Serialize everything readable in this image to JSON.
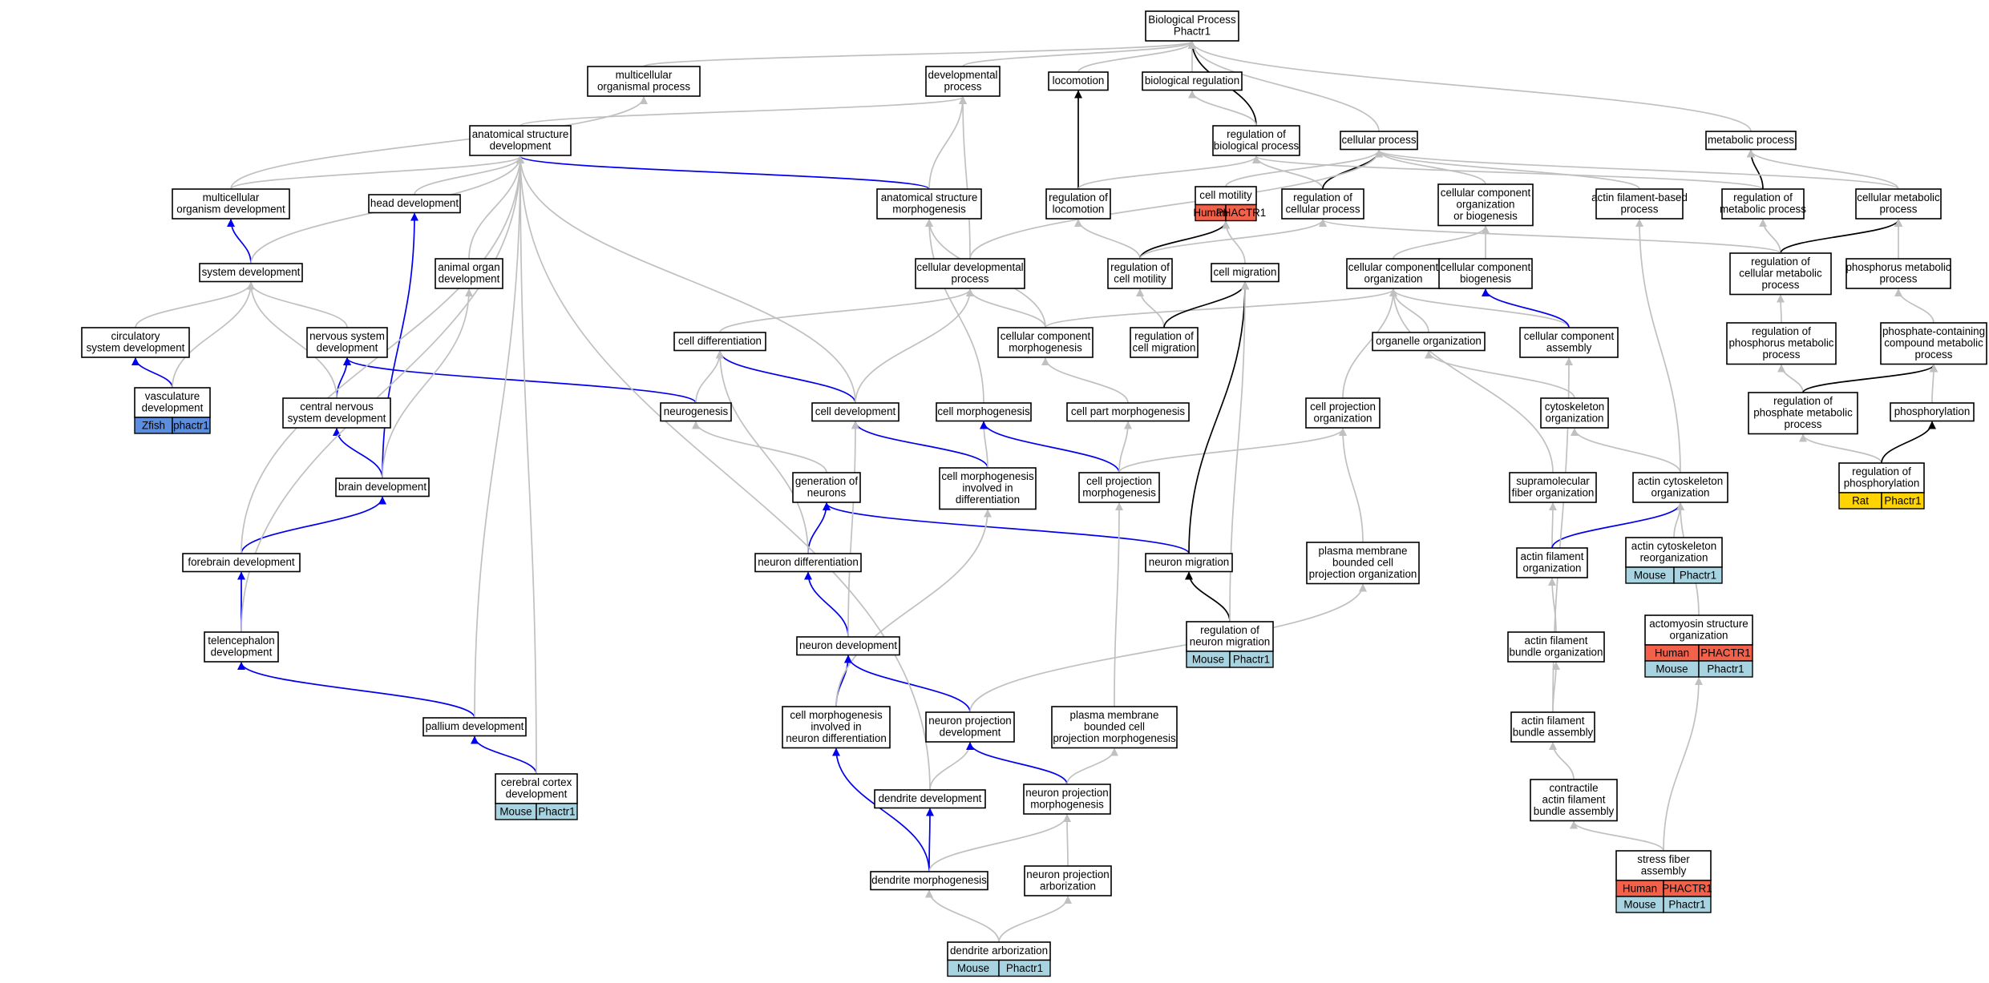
{
  "graph": {
    "colors": {
      "edge_gray": "#c0c0c0",
      "edge_blue": "#0000ee",
      "edge_black": "#000000",
      "Human": "#f4614a",
      "Mouse": "#a8d4e2",
      "Zfish": "#5b8ee0",
      "Rat": "#ffd400"
    },
    "nodes": [
      {
        "id": "bp",
        "lines": [
          "Biological Process",
          "Phactr1"
        ]
      },
      {
        "id": "mop",
        "lines": [
          "multicellular",
          "organismal process"
        ]
      },
      {
        "id": "devp",
        "lines": [
          "developmental",
          "process"
        ]
      },
      {
        "id": "loco",
        "lines": [
          "locomotion"
        ]
      },
      {
        "id": "breg",
        "lines": [
          "biological regulation"
        ]
      },
      {
        "id": "asd",
        "lines": [
          "anatomical structure",
          "development"
        ]
      },
      {
        "id": "rbp",
        "lines": [
          "regulation of",
          "biological process"
        ]
      },
      {
        "id": "cp",
        "lines": [
          "cellular process"
        ]
      },
      {
        "id": "mp",
        "lines": [
          "metabolic process"
        ]
      },
      {
        "id": "mod",
        "lines": [
          "multicellular",
          "organism development"
        ]
      },
      {
        "id": "hd",
        "lines": [
          "head development"
        ]
      },
      {
        "id": "asm",
        "lines": [
          "anatomical structure",
          "morphogenesis"
        ]
      },
      {
        "id": "rloc",
        "lines": [
          "regulation of",
          "locomotion"
        ]
      },
      {
        "id": "cm",
        "lines": [
          "cell motility"
        ],
        "ann": [
          [
            "Human",
            "PHACTR1"
          ]
        ]
      },
      {
        "id": "rcp",
        "lines": [
          "regulation of",
          "cellular process"
        ]
      },
      {
        "id": "ccob",
        "lines": [
          "cellular component",
          "organization",
          "or biogenesis"
        ]
      },
      {
        "id": "afbp",
        "lines": [
          "actin filament-based",
          "process"
        ]
      },
      {
        "id": "rmp",
        "lines": [
          "regulation of",
          "metabolic process"
        ]
      },
      {
        "id": "cmp",
        "lines": [
          "cellular metabolic",
          "process"
        ]
      },
      {
        "id": "sd",
        "lines": [
          "system development"
        ]
      },
      {
        "id": "aod",
        "lines": [
          "animal organ",
          "development"
        ]
      },
      {
        "id": "cdp",
        "lines": [
          "cellular developmental",
          "process"
        ]
      },
      {
        "id": "rcm",
        "lines": [
          "regulation of",
          "cell motility"
        ]
      },
      {
        "id": "cmig",
        "lines": [
          "cell migration"
        ]
      },
      {
        "id": "cco",
        "lines": [
          "cellular component",
          "organization"
        ]
      },
      {
        "id": "ccb",
        "lines": [
          "cellular component",
          "biogenesis"
        ]
      },
      {
        "id": "rcmp",
        "lines": [
          "regulation of",
          "cellular metabolic",
          "process"
        ]
      },
      {
        "id": "phmp",
        "lines": [
          "phosphorus metabolic",
          "process"
        ]
      },
      {
        "id": "csd",
        "lines": [
          "circulatory",
          "system development"
        ]
      },
      {
        "id": "nsd",
        "lines": [
          "nervous system",
          "development"
        ]
      },
      {
        "id": "cdiff",
        "lines": [
          "cell differentiation"
        ]
      },
      {
        "id": "ccm",
        "lines": [
          "cellular component",
          "morphogenesis"
        ]
      },
      {
        "id": "rcmig",
        "lines": [
          "regulation of",
          "cell migration"
        ]
      },
      {
        "id": "oorg",
        "lines": [
          "organelle organization"
        ]
      },
      {
        "id": "cca",
        "lines": [
          "cellular component",
          "assembly"
        ]
      },
      {
        "id": "rphmp",
        "lines": [
          "regulation of",
          "phosphorus metabolic",
          "process"
        ]
      },
      {
        "id": "pccmp",
        "lines": [
          "phosphate-containing",
          "compound metabolic",
          "process"
        ]
      },
      {
        "id": "vd",
        "lines": [
          "vasculature",
          "development"
        ],
        "ann": [
          [
            "Zfish",
            "phactr1"
          ]
        ]
      },
      {
        "id": "cnsd",
        "lines": [
          "central nervous",
          "system development"
        ]
      },
      {
        "id": "ngen",
        "lines": [
          "neurogenesis"
        ]
      },
      {
        "id": "cdev",
        "lines": [
          "cell development"
        ]
      },
      {
        "id": "cmorph",
        "lines": [
          "cell morphogenesis"
        ]
      },
      {
        "id": "cpm",
        "lines": [
          "cell part morphogenesis"
        ]
      },
      {
        "id": "cpo",
        "lines": [
          "cell projection",
          "organization"
        ]
      },
      {
        "id": "cytorg",
        "lines": [
          "cytoskeleton",
          "organization"
        ]
      },
      {
        "id": "rphmp2",
        "lines": [
          "regulation of",
          "phosphate metabolic",
          "process"
        ]
      },
      {
        "id": "phos",
        "lines": [
          "phosphorylation"
        ]
      },
      {
        "id": "bd",
        "lines": [
          "brain development"
        ]
      },
      {
        "id": "gon",
        "lines": [
          "generation of",
          "neurons"
        ]
      },
      {
        "id": "cmid",
        "lines": [
          "cell morphogenesis",
          "involved in",
          "differentiation"
        ]
      },
      {
        "id": "cpmorph",
        "lines": [
          "cell projection",
          "morphogenesis"
        ]
      },
      {
        "id": "sfo",
        "lines": [
          "supramolecular",
          "fiber organization"
        ]
      },
      {
        "id": "aco",
        "lines": [
          "actin cytoskeleton",
          "organization"
        ]
      },
      {
        "id": "rphos",
        "lines": [
          "regulation of",
          "phosphorylation"
        ],
        "ann": [
          [
            "Rat",
            "Phactr1"
          ]
        ]
      },
      {
        "id": "fd",
        "lines": [
          "forebrain development"
        ]
      },
      {
        "id": "ndiff",
        "lines": [
          "neuron differentiation"
        ]
      },
      {
        "id": "nmig",
        "lines": [
          "neuron migration"
        ]
      },
      {
        "id": "pmbcpo",
        "lines": [
          "plasma membrane",
          "bounded cell",
          "projection organization"
        ]
      },
      {
        "id": "afo",
        "lines": [
          "actin filament",
          "organization"
        ]
      },
      {
        "id": "acr",
        "lines": [
          "actin cytoskeleton",
          "reorganization"
        ],
        "ann": [
          [
            "Mouse",
            "Phactr1"
          ]
        ]
      },
      {
        "id": "td",
        "lines": [
          "telencephalon",
          "development"
        ]
      },
      {
        "id": "ndev",
        "lines": [
          "neuron development"
        ]
      },
      {
        "id": "rnm",
        "lines": [
          "regulation of",
          "neuron migration"
        ],
        "ann": [
          [
            "Mouse",
            "Phactr1"
          ]
        ]
      },
      {
        "id": "afbo",
        "lines": [
          "actin filament",
          "bundle organization"
        ]
      },
      {
        "id": "amso",
        "lines": [
          "actomyosin structure",
          "organization"
        ],
        "ann": [
          [
            "Human",
            "PHACTR1"
          ],
          [
            "Mouse",
            "Phactr1"
          ]
        ]
      },
      {
        "id": "pd",
        "lines": [
          "pallium development"
        ]
      },
      {
        "id": "cmind",
        "lines": [
          "cell morphogenesis",
          "involved in",
          "neuron differentiation"
        ]
      },
      {
        "id": "npd",
        "lines": [
          "neuron projection",
          "development"
        ]
      },
      {
        "id": "pmbcpm",
        "lines": [
          "plasma membrane",
          "bounded cell",
          "projection morphogenesis"
        ]
      },
      {
        "id": "afba",
        "lines": [
          "actin filament",
          "bundle assembly"
        ]
      },
      {
        "id": "ccd",
        "lines": [
          "cerebral cortex",
          "development"
        ],
        "ann": [
          [
            "Mouse",
            "Phactr1"
          ]
        ]
      },
      {
        "id": "dd",
        "lines": [
          "dendrite development"
        ]
      },
      {
        "id": "npm",
        "lines": [
          "neuron projection",
          "morphogenesis"
        ]
      },
      {
        "id": "cafba",
        "lines": [
          "contractile",
          "actin filament",
          "bundle assembly"
        ]
      },
      {
        "id": "dm",
        "lines": [
          "dendrite morphogenesis"
        ]
      },
      {
        "id": "npa",
        "lines": [
          "neuron projection",
          "arborization"
        ]
      },
      {
        "id": "sfa",
        "lines": [
          "stress fiber",
          "assembly"
        ],
        "ann": [
          [
            "Human",
            "PHACTR1"
          ],
          [
            "Mouse",
            "Phactr1"
          ]
        ]
      },
      {
        "id": "da",
        "lines": [
          "dendrite arborization"
        ],
        "ann": [
          [
            "Mouse",
            "Phactr1"
          ]
        ]
      }
    ],
    "edges": [
      [
        "mop",
        "bp",
        "gray"
      ],
      [
        "devp",
        "bp",
        "gray"
      ],
      [
        "loco",
        "bp",
        "gray"
      ],
      [
        "breg",
        "bp",
        "gray"
      ],
      [
        "rbp",
        "bp",
        "black"
      ],
      [
        "cp",
        "bp",
        "gray"
      ],
      [
        "mp",
        "bp",
        "gray"
      ],
      [
        "asd",
        "devp",
        "gray"
      ],
      [
        "rbp",
        "breg",
        "gray"
      ],
      [
        "rloc",
        "loco",
        "black"
      ],
      [
        "mod",
        "mop",
        "gray"
      ],
      [
        "mod",
        "asd",
        "gray"
      ],
      [
        "hd",
        "asd",
        "gray"
      ],
      [
        "asm",
        "asd",
        "blue"
      ],
      [
        "asm",
        "devp",
        "gray"
      ],
      [
        "rloc",
        "rbp",
        "gray"
      ],
      [
        "cm",
        "cp",
        "gray"
      ],
      [
        "rcp",
        "rbp",
        "gray"
      ],
      [
        "rcp",
        "cp",
        "black"
      ],
      [
        "ccob",
        "cp",
        "gray"
      ],
      [
        "afbp",
        "cp",
        "gray"
      ],
      [
        "rmp",
        "rbp",
        "gray"
      ],
      [
        "rmp",
        "mp",
        "black"
      ],
      [
        "cmp",
        "mp",
        "gray"
      ],
      [
        "cmp",
        "cp",
        "gray"
      ],
      [
        "sd",
        "mod",
        "blue"
      ],
      [
        "sd",
        "asd",
        "gray"
      ],
      [
        "aod",
        "asd",
        "gray"
      ],
      [
        "cdp",
        "devp",
        "gray"
      ],
      [
        "cdp",
        "cp",
        "gray"
      ],
      [
        "rcm",
        "rloc",
        "gray"
      ],
      [
        "rcm",
        "cm",
        "black"
      ],
      [
        "rcm",
        "rcp",
        "gray"
      ],
      [
        "cmig",
        "cm",
        "gray"
      ],
      [
        "cco",
        "ccob",
        "gray"
      ],
      [
        "ccb",
        "ccob",
        "gray"
      ],
      [
        "rcmp",
        "rmp",
        "gray"
      ],
      [
        "rcmp",
        "cmp",
        "black"
      ],
      [
        "rcmp",
        "rcp",
        "gray"
      ],
      [
        "phmp",
        "cmp",
        "gray"
      ],
      [
        "csd",
        "sd",
        "gray"
      ],
      [
        "nsd",
        "sd",
        "gray"
      ],
      [
        "cdiff",
        "cdp",
        "gray"
      ],
      [
        "ccm",
        "asm",
        "gray"
      ],
      [
        "ccm",
        "cco",
        "gray"
      ],
      [
        "ccm",
        "cdp",
        "gray"
      ],
      [
        "rcmig",
        "rcm",
        "gray"
      ],
      [
        "rcmig",
        "cmig",
        "black"
      ],
      [
        "oorg",
        "cco",
        "gray"
      ],
      [
        "cca",
        "cco",
        "gray"
      ],
      [
        "cca",
        "ccb",
        "blue"
      ],
      [
        "rphmp",
        "rcmp",
        "gray"
      ],
      [
        "pccmp",
        "phmp",
        "gray"
      ],
      [
        "vd",
        "csd",
        "blue"
      ],
      [
        "vd",
        "sd",
        "gray"
      ],
      [
        "cnsd",
        "nsd",
        "blue"
      ],
      [
        "cnsd",
        "sd",
        "gray"
      ],
      [
        "ngen",
        "nsd",
        "blue"
      ],
      [
        "ngen",
        "cdiff",
        "gray"
      ],
      [
        "cdev",
        "cdiff",
        "blue"
      ],
      [
        "cdev",
        "asd",
        "gray"
      ],
      [
        "cdev",
        "cdp",
        "gray"
      ],
      [
        "cmorph",
        "asm",
        "gray"
      ],
      [
        "cpm",
        "ccm",
        "gray"
      ],
      [
        "cpo",
        "cco",
        "gray"
      ],
      [
        "cytorg",
        "oorg",
        "gray"
      ],
      [
        "rphmp2",
        "rphmp",
        "gray"
      ],
      [
        "rphmp2",
        "pccmp",
        "black"
      ],
      [
        "phos",
        "pccmp",
        "gray"
      ],
      [
        "bd",
        "hd",
        "blue"
      ],
      [
        "bd",
        "cnsd",
        "blue"
      ],
      [
        "bd",
        "aod",
        "gray"
      ],
      [
        "gon",
        "ngen",
        "gray"
      ],
      [
        "cmid",
        "cdev",
        "blue"
      ],
      [
        "cmid",
        "cmorph",
        "gray"
      ],
      [
        "cpmorph",
        "cmorph",
        "blue"
      ],
      [
        "cpmorph",
        "cpo",
        "gray"
      ],
      [
        "cpmorph",
        "cpm",
        "gray"
      ],
      [
        "sfo",
        "cco",
        "gray"
      ],
      [
        "aco",
        "cytorg",
        "gray"
      ],
      [
        "aco",
        "afbp",
        "gray"
      ],
      [
        "rphos",
        "rphmp2",
        "gray"
      ],
      [
        "rphos",
        "phos",
        "black"
      ],
      [
        "fd",
        "bd",
        "blue"
      ],
      [
        "fd",
        "asd",
        "gray"
      ],
      [
        "ndiff",
        "gon",
        "blue"
      ],
      [
        "ndiff",
        "cdiff",
        "gray"
      ],
      [
        "nmig",
        "gon",
        "blue"
      ],
      [
        "nmig",
        "cmig",
        "black"
      ],
      [
        "pmbcpo",
        "cpo",
        "gray"
      ],
      [
        "afo",
        "sfo",
        "gray"
      ],
      [
        "afo",
        "aco",
        "blue"
      ],
      [
        "acr",
        "aco",
        "gray"
      ],
      [
        "td",
        "fd",
        "blue"
      ],
      [
        "td",
        "asd",
        "gray"
      ],
      [
        "ndev",
        "ndiff",
        "blue"
      ],
      [
        "ndev",
        "cdev",
        "gray"
      ],
      [
        "rnm",
        "nmig",
        "black"
      ],
      [
        "rnm",
        "cmig",
        "gray"
      ],
      [
        "afbo",
        "afo",
        "gray"
      ],
      [
        "amso",
        "aco",
        "gray"
      ],
      [
        "pd",
        "td",
        "blue"
      ],
      [
        "pd",
        "asd",
        "gray"
      ],
      [
        "cmind",
        "ndev",
        "blue"
      ],
      [
        "cmind",
        "cmid",
        "gray"
      ],
      [
        "npd",
        "ndev",
        "blue"
      ],
      [
        "npd",
        "pmbcpo",
        "gray"
      ],
      [
        "pmbcpm",
        "cpmorph",
        "gray"
      ],
      [
        "afba",
        "afbo",
        "gray"
      ],
      [
        "afba",
        "cca",
        "gray"
      ],
      [
        "ccd",
        "pd",
        "blue"
      ],
      [
        "ccd",
        "asd",
        "gray"
      ],
      [
        "dd",
        "npd",
        "gray"
      ],
      [
        "dd",
        "asd",
        "gray"
      ],
      [
        "npm",
        "npd",
        "blue"
      ],
      [
        "npm",
        "pmbcpm",
        "gray"
      ],
      [
        "cafba",
        "afba",
        "gray"
      ],
      [
        "dm",
        "dd",
        "blue"
      ],
      [
        "dm",
        "cmind",
        "blue"
      ],
      [
        "dm",
        "npm",
        "gray"
      ],
      [
        "npa",
        "npm",
        "gray"
      ],
      [
        "sfa",
        "cafba",
        "gray"
      ],
      [
        "sfa",
        "amso",
        "gray"
      ],
      [
        "da",
        "dm",
        "gray"
      ],
      [
        "da",
        "npa",
        "gray"
      ]
    ]
  }
}
